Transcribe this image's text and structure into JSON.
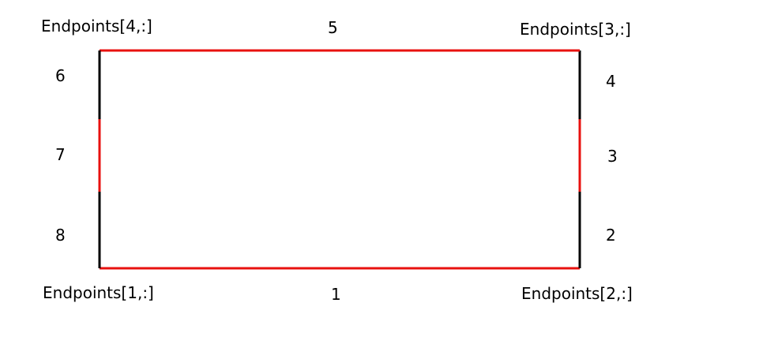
{
  "colors": {
    "edge_black": "#000000",
    "edge_red": "#e8110f",
    "background": "#ffffff"
  },
  "endpoints": {
    "p1": "Endpoints[1,:]",
    "p2": "Endpoints[2,:]",
    "p3": "Endpoints[3,:]",
    "p4": "Endpoints[4,:]"
  },
  "segments": {
    "s1": "1",
    "s2": "2",
    "s3": "3",
    "s4": "4",
    "s5": "5",
    "s6": "6",
    "s7": "7",
    "s8": "8"
  }
}
